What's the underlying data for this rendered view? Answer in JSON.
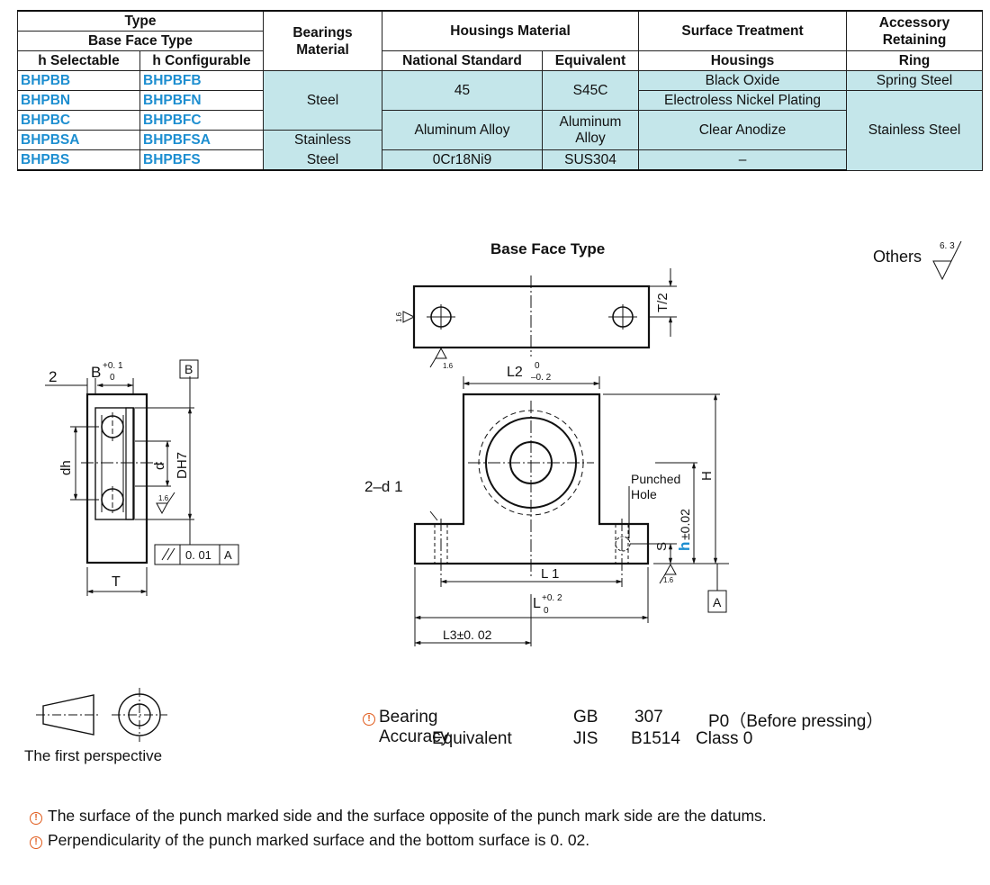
{
  "table": {
    "headers": {
      "type": "Type",
      "base_face_type": "Base Face Type",
      "h_selectable": "h Selectable",
      "h_configurable": "h Configurable",
      "bearings_material": "Bearings Material",
      "housings_material": "Housings Material",
      "national_standard": "National Standard",
      "equivalent": "Equivalent",
      "surface_treatment": "Surface Treatment",
      "housings": "Housings",
      "accessory_retaining": "Accessory Retaining",
      "ring": "Ring"
    },
    "rows": [
      {
        "selectable": "BHPBB",
        "configurable": "BHPBFB"
      },
      {
        "selectable": "BHPBN",
        "configurable": "BHPBFN"
      },
      {
        "selectable": "BHPBC",
        "configurable": "BHPBFC"
      },
      {
        "selectable": "BHPBSA",
        "configurable": "BHPBFSA"
      },
      {
        "selectable": "BHPBS",
        "configurable": "BHPBFS"
      }
    ],
    "bearings_material": {
      "steel": "Steel",
      "stainless": "Stainless",
      "steel2": "Steel"
    },
    "national_standard": {
      "v45": "45",
      "aluminum": "Aluminum Alloy",
      "sus": "0Cr18Ni9"
    },
    "equivalent": {
      "s45c": "S45C",
      "aluminum": "Aluminum Alloy",
      "sus304": "SUS304"
    },
    "surface": {
      "black": "Black Oxide",
      "nickel": "Electroless Nickel Plating",
      "anodize": "Clear Anodize",
      "dash": "–"
    },
    "ring": {
      "spring": "Spring Steel",
      "stainless": "Stainless Steel"
    }
  },
  "drawing": {
    "title": "Base Face Type",
    "others": "Others",
    "others_rough": "6. 3",
    "rough_1_6": "1.6",
    "dim_2": "2",
    "dim_B": "B",
    "dim_B_tol_up": "+0. 1",
    "dim_B_tol_low": "0",
    "datum_B": "B",
    "datum_A": "A",
    "dim_dh": "dh",
    "dim_d": "d",
    "dim_DH7": "DH7",
    "dim_T": "T",
    "parallel_tol": "0. 01",
    "parallel_datum": "A",
    "dim_T2": "T/2",
    "dim_L2": "L2",
    "dim_L2_up": "0",
    "dim_L2_low": "–0. 2",
    "dim_2d1": "2–d 1",
    "punched_hole_1": "Punched",
    "punched_hole_2": "Hole",
    "dim_H": "H",
    "dim_S": "S",
    "dim_h": "h",
    "dim_h_tol": "±0.02",
    "dim_L1": "L 1",
    "dim_L": "L",
    "dim_L_up": "+0. 2",
    "dim_L_low": "0",
    "dim_L3": "L3±0. 02",
    "perspective": "The first perspective"
  },
  "accuracy": {
    "label": "Bearing Accuracy",
    "gb": "GB",
    "gb_num": "307",
    "gb_class": "P0（Before pressing）",
    "equiv": "Equivalent",
    "jis": "JIS",
    "jis_num": "B1514",
    "jis_class": "Class 0"
  },
  "notes": [
    "The surface of the punch marked side and the surface opposite of the punch mark side are the datums.",
    "Perpendicularity of the punch marked surface and the bottom surface is 0. 02."
  ],
  "colors": {
    "cell_bg": "#c4e6ea",
    "part_blue": "#1d8ed0",
    "warn": "#e05a1a"
  },
  "icons": {
    "warning": "warning-circle-icon"
  }
}
